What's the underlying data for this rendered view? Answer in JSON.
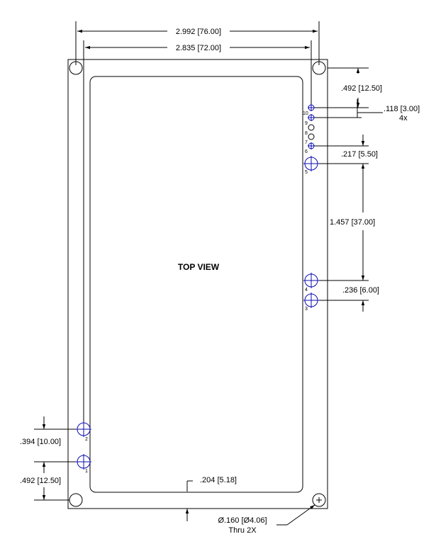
{
  "view_title": "TOP VIEW",
  "dimensions": {
    "overall_width": "2.992 [76.00]",
    "hole_spacing_width": "2.835 [72.00]",
    "top_to_pin10": ".492 [12.50]",
    "small_hole_dia": ".118 [3.00]",
    "small_hole_qty": "4x",
    "pin6_to_pin5": ".217 [5.50]",
    "pin5_to_pin4": "1.457 [37.00]",
    "pin4_to_pin3": ".236 [6.00]",
    "pin2_to_pin1": ".394 [10.00]",
    "pin1_to_bottom": ".492 [12.50]",
    "inner_offset": ".204 [5.18]",
    "mount_hole_dia": "Ø.160 [Ø4.06]",
    "mount_hole_note": "Thru 2X"
  },
  "pins": [
    "1",
    "2",
    "3",
    "4",
    "5",
    "6",
    "7",
    "8",
    "9",
    "10"
  ]
}
